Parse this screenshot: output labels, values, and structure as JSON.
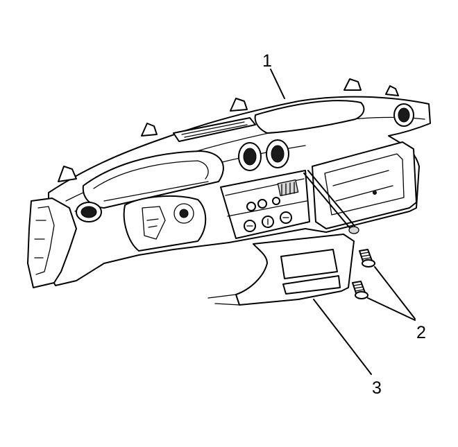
{
  "callouts": [
    {
      "id": "1",
      "label": "1"
    },
    {
      "id": "2",
      "label": "2"
    },
    {
      "id": "3",
      "label": "3"
    }
  ],
  "colors": {
    "line": "#000000",
    "background": "#ffffff",
    "shade": "#d6d6d6"
  }
}
